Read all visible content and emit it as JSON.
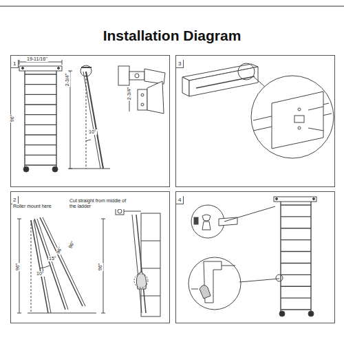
{
  "diagram": {
    "title": "Installation Diagram",
    "nodes": [
      {
        "text": [
          "1"
        ]
      },
      {
        "text": [
          "3"
        ]
      },
      {
        "text": [
          "2"
        ]
      },
      {
        "text": [
          "4"
        ]
      }
    ],
    "labels": [
      "19-11/16''",
      "2-3/4''",
      "96''",
      "10°",
      "2-3/4''",
      "Roller mount here",
      "Cut straight from middle of the ladder",
      "96''",
      "15°",
      "10°",
      "96''",
      "96''",
      "96''"
    ]
  }
}
